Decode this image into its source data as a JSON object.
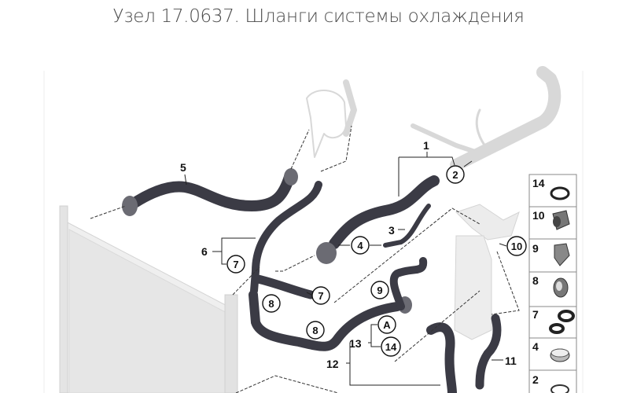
{
  "title": "Узел 17.0637. Шланги системы охлаждения",
  "callouts": {
    "c1": "1",
    "c2": "2",
    "c3": "3",
    "c4": "4",
    "c5": "5",
    "c6": "6",
    "c7a": "7",
    "c7b": "7",
    "c8a": "8",
    "c8b": "8",
    "c9": "9",
    "c10": "10",
    "c11": "11",
    "c12": "12",
    "c13": "13",
    "c14": "14",
    "cA": "A"
  },
  "parts_legend": [
    "14",
    "10",
    "9",
    "8",
    "7",
    "4",
    "2"
  ],
  "colors": {
    "hose": "#3b3b45",
    "ghost_parts": "#d8d8d8",
    "title": "#4a4a4a"
  }
}
